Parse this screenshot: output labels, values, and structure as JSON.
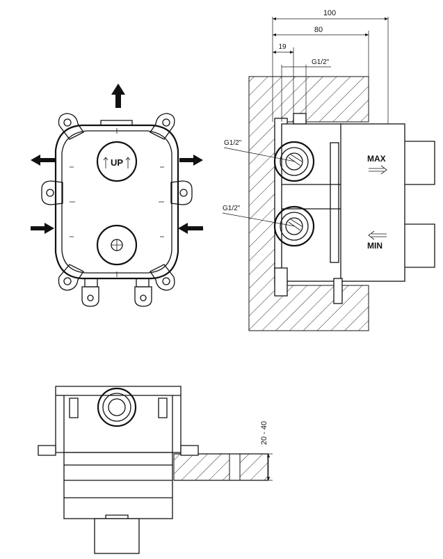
{
  "colors": {
    "line": "#111111",
    "background": "#ffffff"
  },
  "front_view": {
    "knob_top_label": "UP",
    "arrow_icons": [
      "arrow-up-icon",
      "arrow-left-icon",
      "arrow-right-icon",
      "arrow-right-icon",
      "arrow-left-icon"
    ]
  },
  "side_view": {
    "dim_100": "100",
    "dim_80": "80",
    "dim_19": "19",
    "thread_top": "G1/2\"",
    "thread_upper": "G1/2\"",
    "thread_lower": "G1/2\"",
    "max_label": "MAX",
    "min_label": "MIN"
  },
  "bottom_view": {
    "depth_range": "20 - 40"
  }
}
